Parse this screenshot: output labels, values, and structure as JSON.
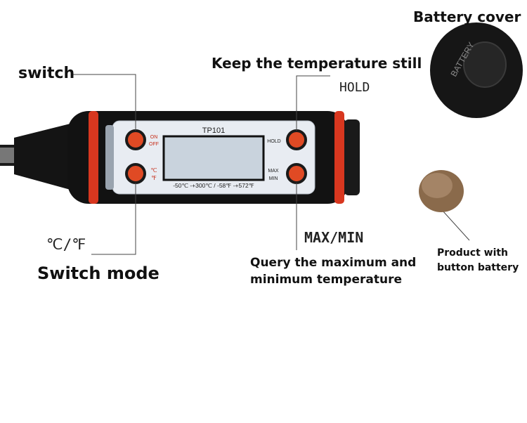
{
  "labels": {
    "switch": "switch",
    "keep_still": "Keep the temperature still",
    "hold": "HOLD",
    "battery_cover": "Battery cover",
    "unit_switch": "℃/℉",
    "switch_mode": "Switch mode",
    "max_min": "MAX/MIN",
    "query_line1": "Query the maximum and",
    "query_line2": "minimum temperature",
    "product_line1": "Product with",
    "product_line2": "button battery"
  },
  "device": {
    "model": "TP101",
    "btn_on": "ON",
    "btn_off": "OFF",
    "btn_c": "℃",
    "btn_f": "℉",
    "btn_hold": "HOLD",
    "btn_max": "MAX",
    "btn_min": "MIN",
    "range": "-50℃ -+300℃ / -58℉ -+572℉"
  },
  "battery_cover_text": "BATTERY",
  "colors": {
    "body": "#121212",
    "accent_red": "#d8371f",
    "panel": "#e8ecf2",
    "button": "#e04a24",
    "lcd": "#c9d3dd",
    "coin": "#8a6a4b"
  }
}
